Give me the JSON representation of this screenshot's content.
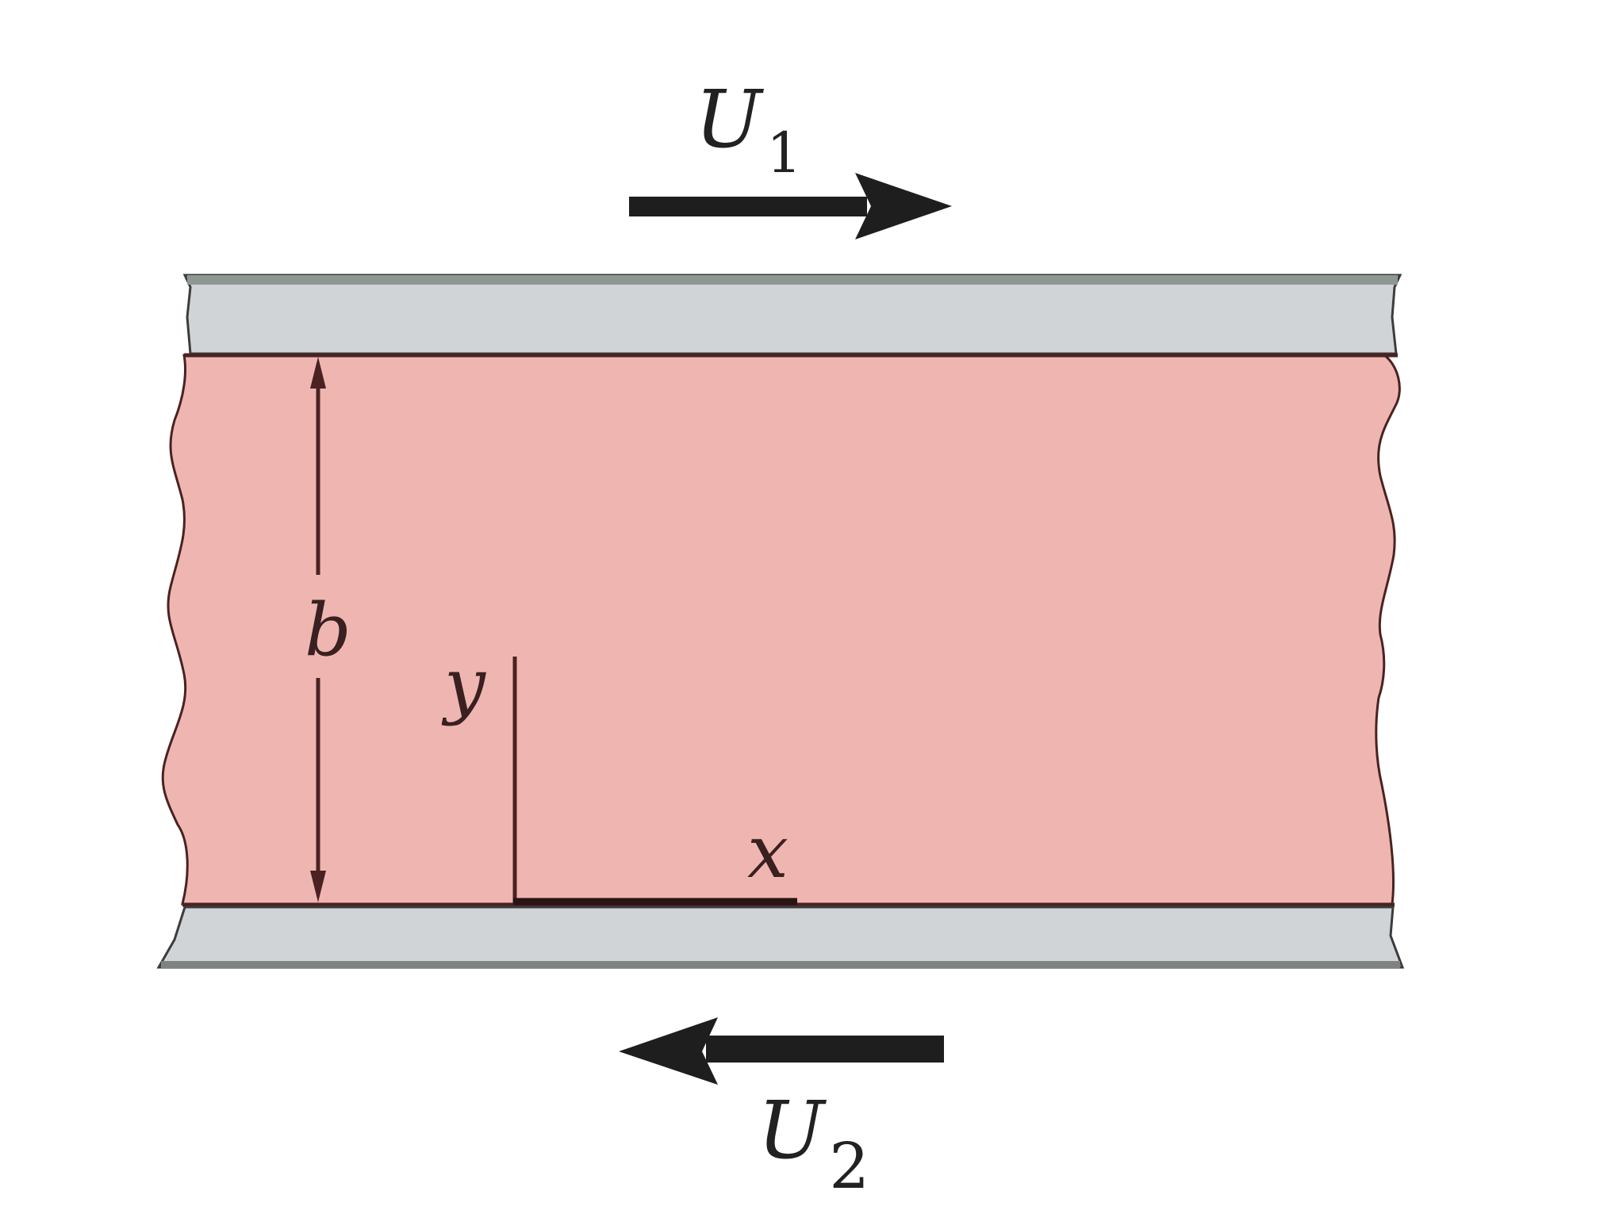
{
  "figure": {
    "type": "Couette flow between two parallel plates moving in opposite directions",
    "colors": {
      "fluid": "#efb6b1",
      "plate": "#d1d4d6",
      "plate_edge": "#8e9893",
      "line": "#4a2222",
      "arrow": "#1e1e1e",
      "background": "#ffffff"
    }
  },
  "labels": {
    "top_velocity": {
      "symbol": "U",
      "subscript": "1"
    },
    "bottom_velocity": {
      "symbol": "U",
      "subscript": "2"
    },
    "gap": "b",
    "y_axis": "y",
    "x_axis": "x"
  }
}
